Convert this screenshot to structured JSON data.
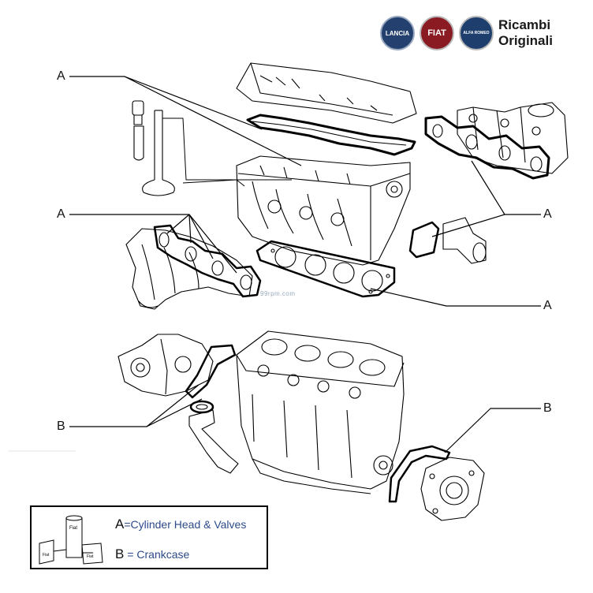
{
  "brand": {
    "logos": [
      {
        "name": "lancia-logo",
        "text": "LANCIA",
        "color": "#24406e"
      },
      {
        "name": "fiat-logo",
        "text": "FIAT",
        "color": "#8b1b22"
      },
      {
        "name": "alfa-romeo-logo",
        "text": "ALFA ROMEO",
        "color": "#1e3f6d"
      }
    ],
    "line1": "Ricambi",
    "line2": "Originali"
  },
  "callouts": {
    "a1": "A",
    "a2": "A",
    "a3": "A",
    "a4": "A",
    "b1": "B",
    "b2": "B"
  },
  "watermark": "99rpm.com",
  "legend": {
    "a_key": "A",
    "a_text": "=Cylinder Head & Valves",
    "b_key": "B",
    "b_text": "= Crankcase",
    "icon_labels": [
      "Fiat",
      "Fiat",
      "Fiat"
    ]
  },
  "colors": {
    "legend_text": "#2d4a8a",
    "line": "#000000"
  }
}
